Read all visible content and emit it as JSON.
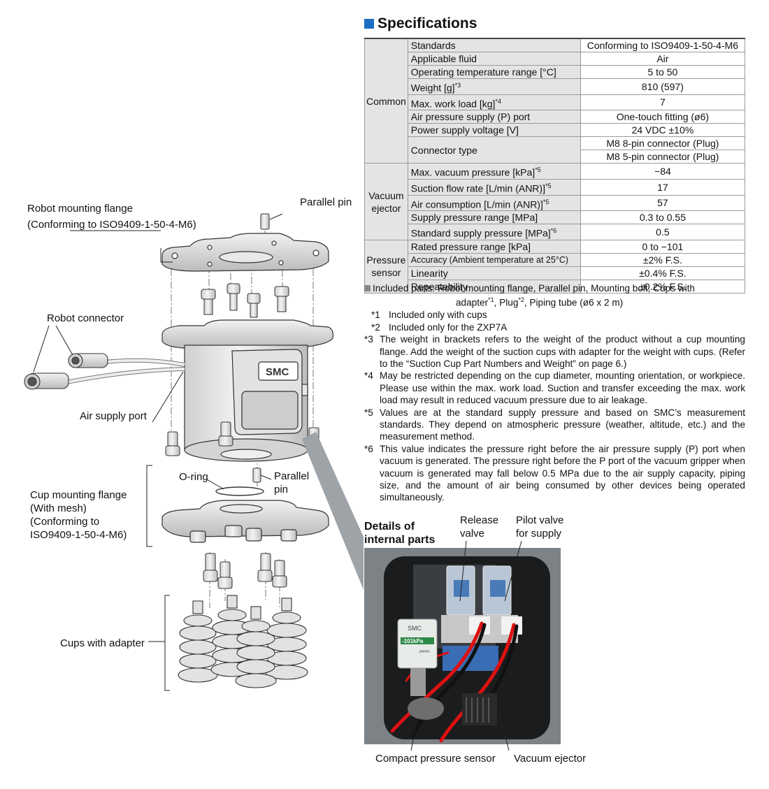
{
  "spec_title": "Specifications",
  "groups": {
    "common": "Common",
    "vacuum": "Vacuum ejector",
    "sensor": "Pressure sensor"
  },
  "specs": {
    "standards": {
      "label": "Standards",
      "value": "Conforming to ISO9409-1-50-4-M6"
    },
    "fluid": {
      "label": "Applicable fluid",
      "value": "Air"
    },
    "temp": {
      "label": "Operating temperature range [°C]",
      "value": "5 to 50"
    },
    "weight": {
      "label": "Weight [g]",
      "note": "*3",
      "value": "810 (597)"
    },
    "load": {
      "label": "Max. work load [kg]",
      "note": "*4",
      "value": "7"
    },
    "supply_port": {
      "label": "Air pressure supply (P) port",
      "value": "One-touch fitting (ø6)"
    },
    "voltage": {
      "label": "Power supply voltage [V]",
      "value": "24 VDC ±10%"
    },
    "connector": {
      "label": "Connector type",
      "value1": "M8 8-pin connector (Plug)",
      "value2": "M8 5-pin connector (Plug)"
    },
    "vacuum_pressure": {
      "label": "Max. vacuum pressure [kPa]",
      "note": "*5",
      "value": "−84"
    },
    "suction_flow": {
      "label": "Suction flow rate [L/min (ANR)]",
      "note": "*5",
      "value": "17"
    },
    "air_consumption": {
      "label": "Air consumption [L/min (ANR)]",
      "note": "*5",
      "value": "57"
    },
    "supply_pressure": {
      "label": "Supply pressure range [MPa]",
      "value": "0.3 to 0.55"
    },
    "std_pressure": {
      "label": "Standard supply pressure [MPa]",
      "note": "*6",
      "value": "0.5"
    },
    "rated": {
      "label": "Rated pressure range [kPa]",
      "value": "0 to −101"
    },
    "accuracy": {
      "label": "Accuracy (Ambient temperature at 25°C)",
      "value": "±2% F.S."
    },
    "linearity": {
      "label": "Linearity",
      "value": "±0.4% F.S."
    },
    "repeatability": {
      "label": "Repeatability",
      "value": "±0.2% F.S."
    }
  },
  "notes": {
    "included_a": "Included parts: Robot mounting flange, Parallel pin, Mounting bolt, Cups with",
    "included_b1": "adapter",
    "included_b_sup1": "*1",
    "included_b2": ", Plug",
    "included_b_sup2": "*2",
    "included_b3": ", Piping tube (ø6 x 2 m)",
    "n1_mark": "*1",
    "n1": "Included only with cups",
    "n2_mark": "*2",
    "n2": "Included only for the ZXP7A",
    "n3_mark": "*3",
    "n3": "The weight in brackets refers to the weight of the product without a cup mounting flange. Add the weight of the suction cups with adapter for the weight with cups. (Refer to the “Suction Cup Part Numbers and Weight” on page 6.)",
    "n4_mark": "*4",
    "n4": "May be restricted depending on the cup diameter, mounting orientation, or workpiece. Please use within the max. work load. Suction and transfer exceeding the max. work load may result in reduced vacuum pressure due to air leakage.",
    "n5_mark": "*5",
    "n5": "Values are at the standard supply pressure and based on SMC’s measurement standards. They depend on atmospheric pressure (weather, altitude, etc.) and the measurement method.",
    "n6_mark": "*6",
    "n6": "This value indicates the pressure right before the air pressure supply (P) port when vacuum is generated. The pressure right before the P port of the vacuum gripper when vacuum is generated may fall below 0.5 MPa due to the air supply capacity, piping size, and the amount of air being consumed by other devices being operated simultaneously."
  },
  "details": {
    "title1": "Details of",
    "title2": "internal parts",
    "release1": "Release",
    "release2": "valve",
    "pilot1": "Pilot valve",
    "pilot2": "for supply",
    "sensor": "Compact pressure sensor",
    "ejector": "Vacuum ejector",
    "sensor_brand": "SMC",
    "sensor_range": "-101kPa",
    "sensor_origin": "JAPAN"
  },
  "drawing": {
    "robot_flange1": "Robot mounting flange",
    "robot_flange2": "(Conforming to ISO9409-1-50-4-M6)",
    "parallel_pin": "Parallel pin",
    "robot_connector": "Robot connector",
    "air_supply": "Air supply port",
    "oring": "O-ring",
    "parallel_pin2a": "Parallel",
    "parallel_pin2b": "pin",
    "cup_flange1": "Cup mounting flange",
    "cup_flange2": "(With mesh)",
    "cup_flange3": "(Conforming to",
    "cup_flange4": "ISO9409-1-50-4-M6)",
    "cups": "Cups with adapter",
    "brand": "SMC"
  }
}
